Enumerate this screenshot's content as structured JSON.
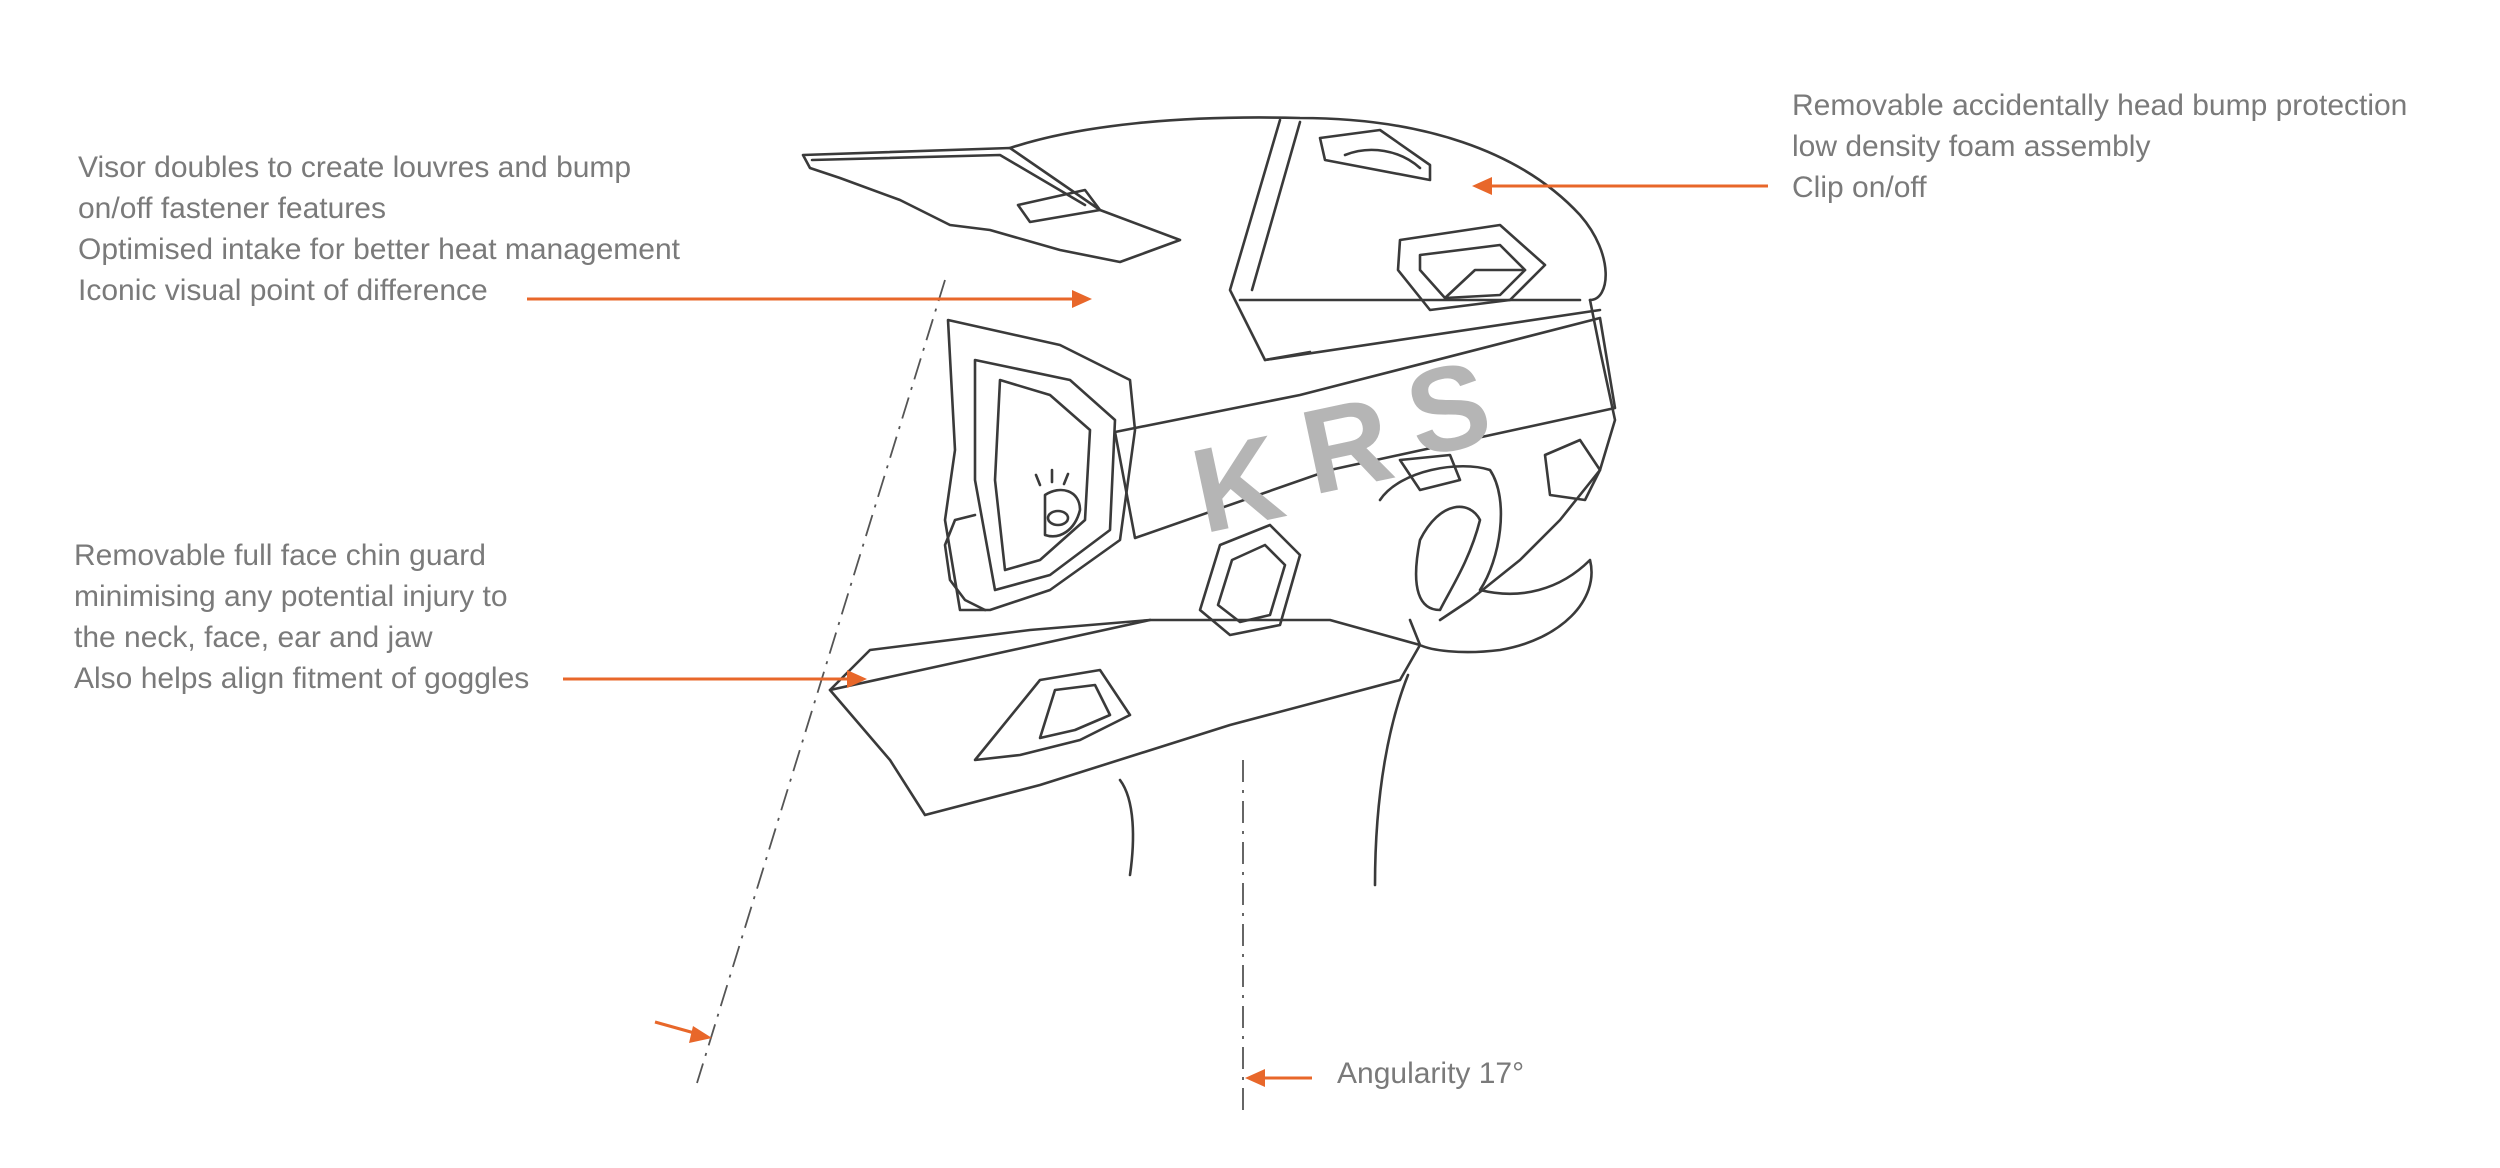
{
  "annotations": {
    "visor": {
      "lines": [
        "Visor doubles to create louvres and bump",
        "on/off fastener features",
        "Optimised intake for better heat management",
        "Iconic visual point of difference"
      ]
    },
    "chin_guard": {
      "lines": [
        "Removable full face chin guard",
        "minimising any potential injury to",
        "the neck, face, ear and jaw",
        "Also helps align fitment of goggles"
      ]
    },
    "bump_protection": {
      "lines": [
        "Removable accidentally head bump protection",
        "low density foam assembly",
        "Clip on/off"
      ]
    },
    "angularity": {
      "label": "Angularity 17°"
    }
  },
  "logo": {
    "letters": [
      "K",
      "R",
      "S"
    ],
    "color": "#b5b5b5"
  },
  "colors": {
    "arrow": "#e8672a",
    "text": "#7a7a7a",
    "sketch": "#3a3a3a"
  }
}
